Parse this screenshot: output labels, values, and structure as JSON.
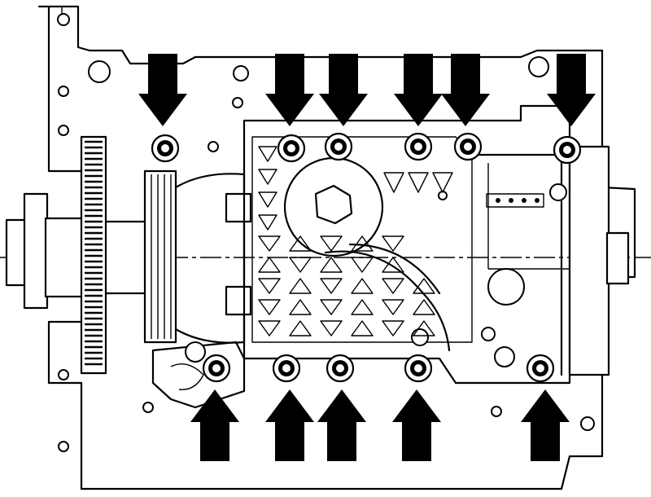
{
  "diagram": {
    "kind": "oil-pump-bolt-locations",
    "arrow_color": "#000000",
    "line_color": "#000000",
    "background": "#ffffff",
    "arrow_count_top": 6,
    "arrow_count_bottom": 5,
    "bolt_count": 11
  }
}
